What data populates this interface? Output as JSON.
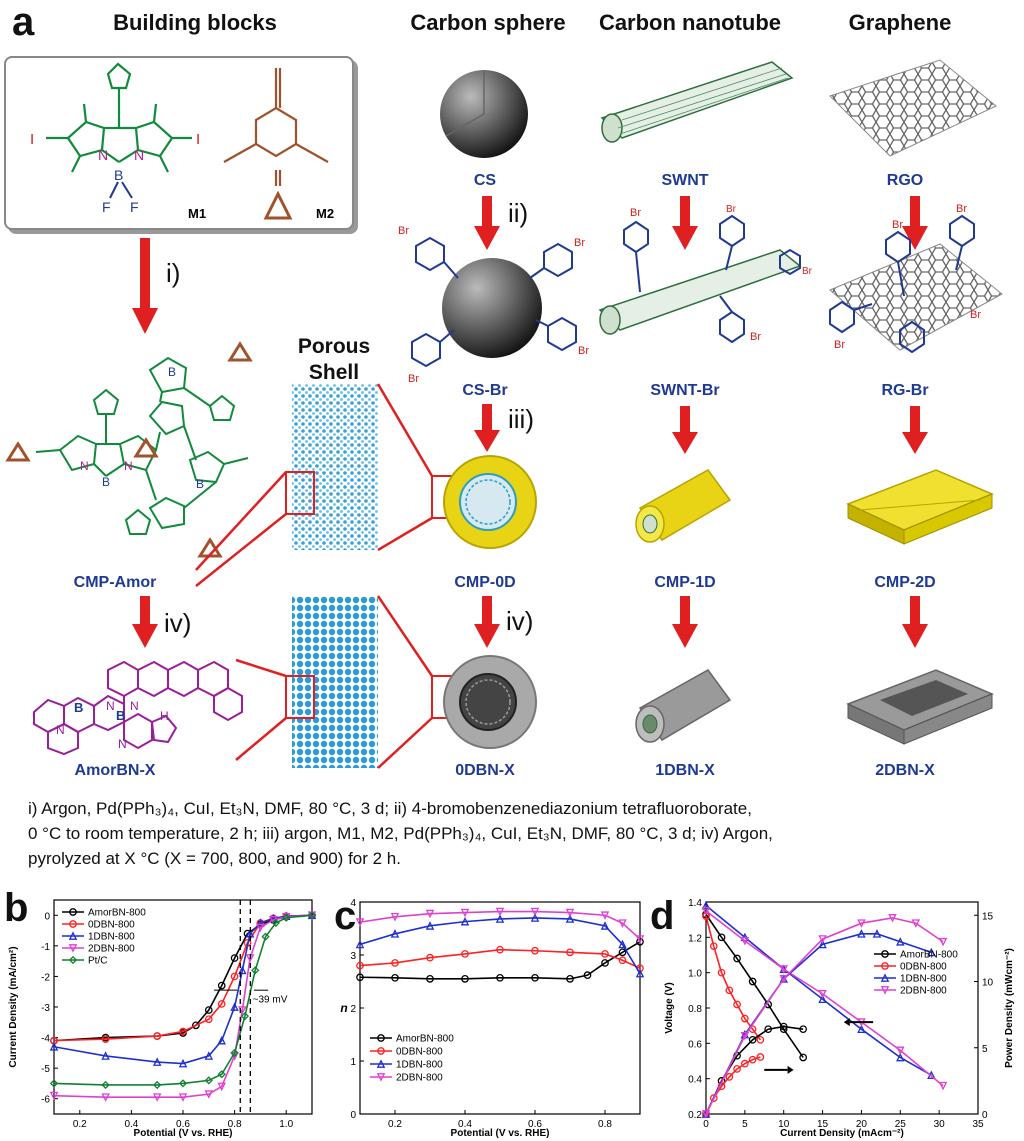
{
  "panel_a": {
    "letter": "a",
    "columns": {
      "building_blocks": "Building blocks",
      "carbon_sphere": "Carbon sphere",
      "carbon_nanotube": "Carbon nanotube",
      "graphene": "Graphene"
    },
    "monomers": {
      "m1": "M1",
      "m2": "M2"
    },
    "atoms": {
      "iodine": "I",
      "nitrogen": "N",
      "boron": "B",
      "fluorine": "F",
      "bromine": "Br",
      "nh": "H"
    },
    "steps": {
      "i": "i)",
      "ii": "ii)",
      "iii": "iii)",
      "iv_left": "iv)",
      "iv_mid": "iv)"
    },
    "porous_shell": [
      "Porous",
      "Shell"
    ],
    "labels": {
      "cs": "CS",
      "swnt": "SWNT",
      "rgo": "RGO",
      "cs_br": "CS-Br",
      "swnt_br": "SWNT-Br",
      "rg_br": "RG-Br",
      "cmp_amor": "CMP-Amor",
      "cmp_0d": "CMP-0D",
      "cmp_1d": "CMP-1D",
      "cmp_2d": "CMP-2D",
      "amorbn": "AmorBN-X",
      "dbn0": "0DBN-X",
      "dbn1": "1DBN-X",
      "dbn2": "2DBN-X"
    },
    "caption": [
      "i) Argon, Pd(PPh₃)₄, CuI, Et₃N, DMF, 80 °C, 3 d; ii) 4-bromobenzenediazonium tetrafluoroborate,",
      "0 °C to room temperature, 2 h; iii) argon, M1, M2, Pd(PPh₃)₄, CuI, Et₃N, DMF, 80 °C, 3 d; iv) Argon,",
      "pyrolyzed at X °C (X = 700, 800, and 900) for 2 h."
    ]
  },
  "panel_letters": {
    "b": "b",
    "c": "c",
    "d": "d"
  },
  "chart_data": [
    {
      "type": "line",
      "xlabel": "Potential (V vs. RHE)",
      "ylabel": "Current Density (mA/cm²)",
      "xlim": [
        0.1,
        1.1
      ],
      "ylim": [
        -6.5,
        0.5
      ],
      "xticks": [
        "0.2",
        "0.4",
        "0.6",
        "0.8",
        "1.0"
      ],
      "yticks": [
        "0",
        "-1",
        "-2",
        "-3",
        "-4",
        "-5",
        "-6"
      ],
      "legend_position": "top-left",
      "annotation": "~39 mV",
      "series": [
        {
          "name": "AmorBN-800",
          "color": "#000000",
          "marker": "circle",
          "x": [
            0.1,
            0.3,
            0.5,
            0.6,
            0.65,
            0.7,
            0.75,
            0.8,
            0.85,
            0.9,
            0.95,
            1.0,
            1.1
          ],
          "y": [
            -4.1,
            -4.0,
            -3.95,
            -3.85,
            -3.6,
            -3.1,
            -2.3,
            -1.4,
            -0.6,
            -0.3,
            -0.15,
            -0.05,
            0.0
          ]
        },
        {
          "name": "0DBN-800",
          "color": "#ff2020",
          "marker": "circle",
          "x": [
            0.1,
            0.3,
            0.5,
            0.6,
            0.7,
            0.75,
            0.8,
            0.85,
            0.9,
            0.95,
            1.0,
            1.1
          ],
          "y": [
            -4.1,
            -4.05,
            -3.95,
            -3.8,
            -3.4,
            -2.9,
            -2.0,
            -0.9,
            -0.25,
            -0.1,
            -0.03,
            0.0
          ]
        },
        {
          "name": "1DBN-800",
          "color": "#1f2fd0",
          "marker": "triangle",
          "x": [
            0.1,
            0.3,
            0.5,
            0.6,
            0.7,
            0.75,
            0.8,
            0.83,
            0.86,
            0.9,
            0.95,
            1.0,
            1.1
          ],
          "y": [
            -4.3,
            -4.6,
            -4.8,
            -4.85,
            -4.6,
            -4.1,
            -3.0,
            -1.8,
            -0.6,
            -0.25,
            -0.1,
            -0.03,
            0.0
          ]
        },
        {
          "name": "2DBN-800",
          "color": "#e040d0",
          "marker": "triangle-down",
          "x": [
            0.1,
            0.3,
            0.5,
            0.6,
            0.7,
            0.75,
            0.8,
            0.83,
            0.86,
            0.9,
            0.95,
            1.0,
            1.1
          ],
          "y": [
            -5.9,
            -5.95,
            -5.95,
            -5.95,
            -5.85,
            -5.6,
            -4.6,
            -3.1,
            -1.4,
            -0.4,
            -0.15,
            -0.05,
            0.0
          ]
        },
        {
          "name": "Pt/C",
          "color": "#108030",
          "marker": "diamond",
          "x": [
            0.1,
            0.3,
            0.5,
            0.6,
            0.7,
            0.75,
            0.8,
            0.84,
            0.88,
            0.92,
            0.96,
            1.0,
            1.1
          ],
          "y": [
            -5.5,
            -5.55,
            -5.55,
            -5.5,
            -5.4,
            -5.2,
            -4.5,
            -3.3,
            -1.8,
            -0.7,
            -0.25,
            -0.08,
            0.0
          ]
        }
      ]
    },
    {
      "type": "line",
      "xlabel": "Potential (V vs. RHE)",
      "ylabel": "n",
      "xlim": [
        0.1,
        0.9
      ],
      "ylim": [
        0,
        4
      ],
      "xticks": [
        "0.2",
        "0.4",
        "0.6",
        "0.8"
      ],
      "yticks": [
        "0",
        "1",
        "2",
        "3",
        "4"
      ],
      "legend_position": "bottom-left",
      "series": [
        {
          "name": "AmorBN-800",
          "color": "#000000",
          "marker": "circle",
          "x": [
            0.1,
            0.2,
            0.3,
            0.4,
            0.5,
            0.6,
            0.7,
            0.75,
            0.8,
            0.85,
            0.9
          ],
          "y": [
            2.58,
            2.57,
            2.55,
            2.55,
            2.57,
            2.57,
            2.55,
            2.62,
            2.85,
            3.05,
            3.25
          ]
        },
        {
          "name": "0DBN-800",
          "color": "#ff2020",
          "marker": "circle",
          "x": [
            0.1,
            0.2,
            0.3,
            0.4,
            0.5,
            0.6,
            0.7,
            0.8,
            0.85,
            0.9
          ],
          "y": [
            2.8,
            2.85,
            2.95,
            3.02,
            3.1,
            3.08,
            3.05,
            3.02,
            2.9,
            2.75
          ]
        },
        {
          "name": "1DBN-800",
          "color": "#1f2fd0",
          "marker": "triangle",
          "x": [
            0.1,
            0.2,
            0.3,
            0.4,
            0.5,
            0.6,
            0.7,
            0.8,
            0.85,
            0.9
          ],
          "y": [
            3.2,
            3.4,
            3.55,
            3.63,
            3.68,
            3.7,
            3.68,
            3.55,
            3.2,
            2.65
          ]
        },
        {
          "name": "2DBN-800",
          "color": "#e040d0",
          "marker": "triangle-down",
          "x": [
            0.1,
            0.2,
            0.3,
            0.4,
            0.5,
            0.6,
            0.7,
            0.8,
            0.85,
            0.9
          ],
          "y": [
            3.62,
            3.72,
            3.78,
            3.8,
            3.82,
            3.82,
            3.8,
            3.75,
            3.6,
            3.3
          ]
        }
      ]
    },
    {
      "type": "line",
      "xlabel": "Current Density (mAcm⁻²)",
      "ylabel": "Voltage (V)",
      "ylabel_right": "Power Density (mWcm⁻²)",
      "xlim": [
        0,
        35
      ],
      "ylim": [
        0.2,
        1.4
      ],
      "ylim_right": [
        0,
        16
      ],
      "xticks": [
        "0",
        "5",
        "10",
        "15",
        "20",
        "25",
        "30",
        "35"
      ],
      "yticks": [
        "0.2",
        "0.4",
        "0.6",
        "0.8",
        "1.0",
        "1.2",
        "1.4"
      ],
      "yticks_right": [
        "0",
        "5",
        "10",
        "15"
      ],
      "legend_position": "right",
      "polarization": [
        {
          "name": "AmorBN-800",
          "color": "#000000",
          "marker": "circle",
          "x": [
            0,
            2,
            4,
            6,
            8,
            10,
            12.5
          ],
          "y": [
            1.33,
            1.2,
            1.08,
            0.95,
            0.82,
            0.68,
            0.52
          ]
        },
        {
          "name": "0DBN-800",
          "color": "#ff2020",
          "marker": "circle",
          "x": [
            0,
            1,
            2,
            3,
            4,
            5,
            6,
            7
          ],
          "y": [
            1.32,
            1.15,
            1.0,
            0.9,
            0.82,
            0.74,
            0.68,
            0.62
          ]
        },
        {
          "name": "1DBN-800",
          "color": "#1f2fd0",
          "marker": "triangle",
          "x": [
            0,
            5,
            10,
            15,
            20,
            25,
            29
          ],
          "y": [
            1.38,
            1.2,
            1.02,
            0.85,
            0.68,
            0.52,
            0.42
          ]
        },
        {
          "name": "2DBN-800",
          "color": "#e040d0",
          "marker": "triangle-down",
          "x": [
            0,
            5,
            10,
            15,
            20,
            25,
            30.5
          ],
          "y": [
            1.35,
            1.18,
            1.02,
            0.88,
            0.72,
            0.56,
            0.36
          ]
        }
      ],
      "power": [
        {
          "name": "AmorBN-800",
          "color": "#000000",
          "marker": "circle",
          "x": [
            0,
            2,
            4,
            6,
            8,
            10,
            12.5
          ],
          "y": [
            0,
            2.5,
            4.4,
            5.6,
            6.4,
            6.6,
            6.4
          ]
        },
        {
          "name": "0DBN-800",
          "color": "#ff2020",
          "marker": "circle",
          "x": [
            0,
            1,
            2,
            3,
            4,
            5,
            6,
            7
          ],
          "y": [
            0,
            1.2,
            2.1,
            2.8,
            3.4,
            3.8,
            4.1,
            4.3
          ]
        },
        {
          "name": "1DBN-800",
          "color": "#1f2fd0",
          "marker": "triangle",
          "x": [
            0,
            5,
            10,
            15,
            20,
            22,
            25,
            29
          ],
          "y": [
            0,
            6.0,
            10.2,
            12.8,
            13.6,
            13.6,
            13.0,
            12.2
          ]
        },
        {
          "name": "2DBN-800",
          "color": "#e040d0",
          "marker": "triangle-down",
          "x": [
            0,
            5,
            10,
            15,
            20,
            24,
            27,
            30.5
          ],
          "y": [
            0,
            5.9,
            10.2,
            13.2,
            14.4,
            14.8,
            14.4,
            13.0
          ]
        }
      ]
    }
  ]
}
